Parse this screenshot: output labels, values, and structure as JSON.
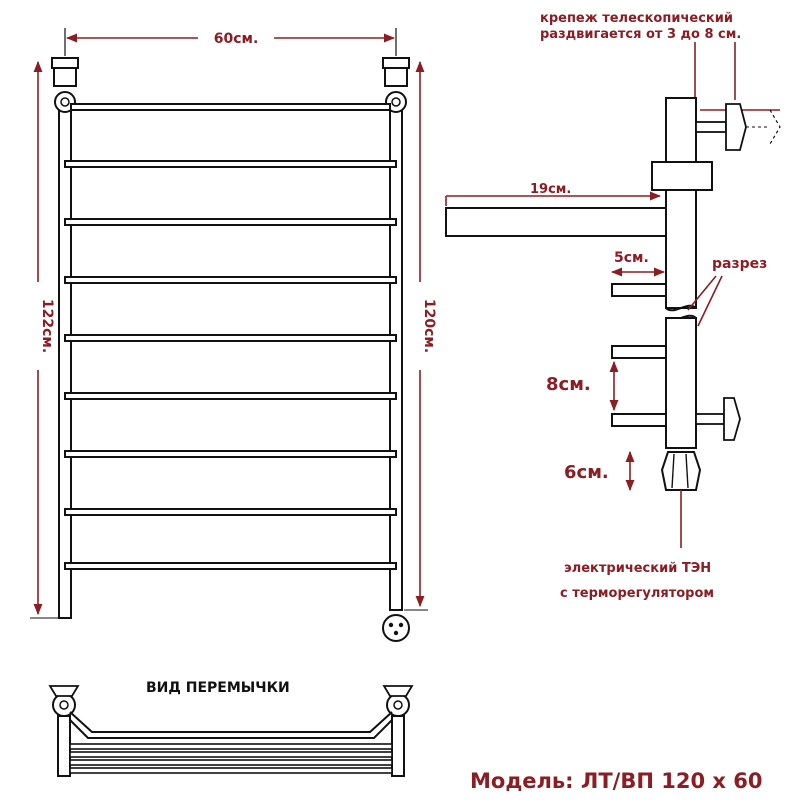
{
  "colors": {
    "dimension": "#8b1e24",
    "ink": "#111111",
    "background": "#ffffff"
  },
  "front_view": {
    "width_label": "60см.",
    "total_height_label": "122см.",
    "bar_height_label": "120см."
  },
  "side_view": {
    "mount_note": [
      "крепеж телескопический",
      "раздвигается от 3 до 8 см."
    ],
    "depth_label": "19см.",
    "offset_label": "5см.",
    "section_label": "разрез",
    "spacing_label": "8см.",
    "heater_height_label": "6см.",
    "heater_note": [
      "электрический   ТЭН",
      "с терморегулятором"
    ]
  },
  "jumper_view": {
    "title": "ВИД ПЕРЕМЫЧКИ"
  },
  "model": {
    "label": "Модель: ЛТ/ВП 120 х 60"
  }
}
